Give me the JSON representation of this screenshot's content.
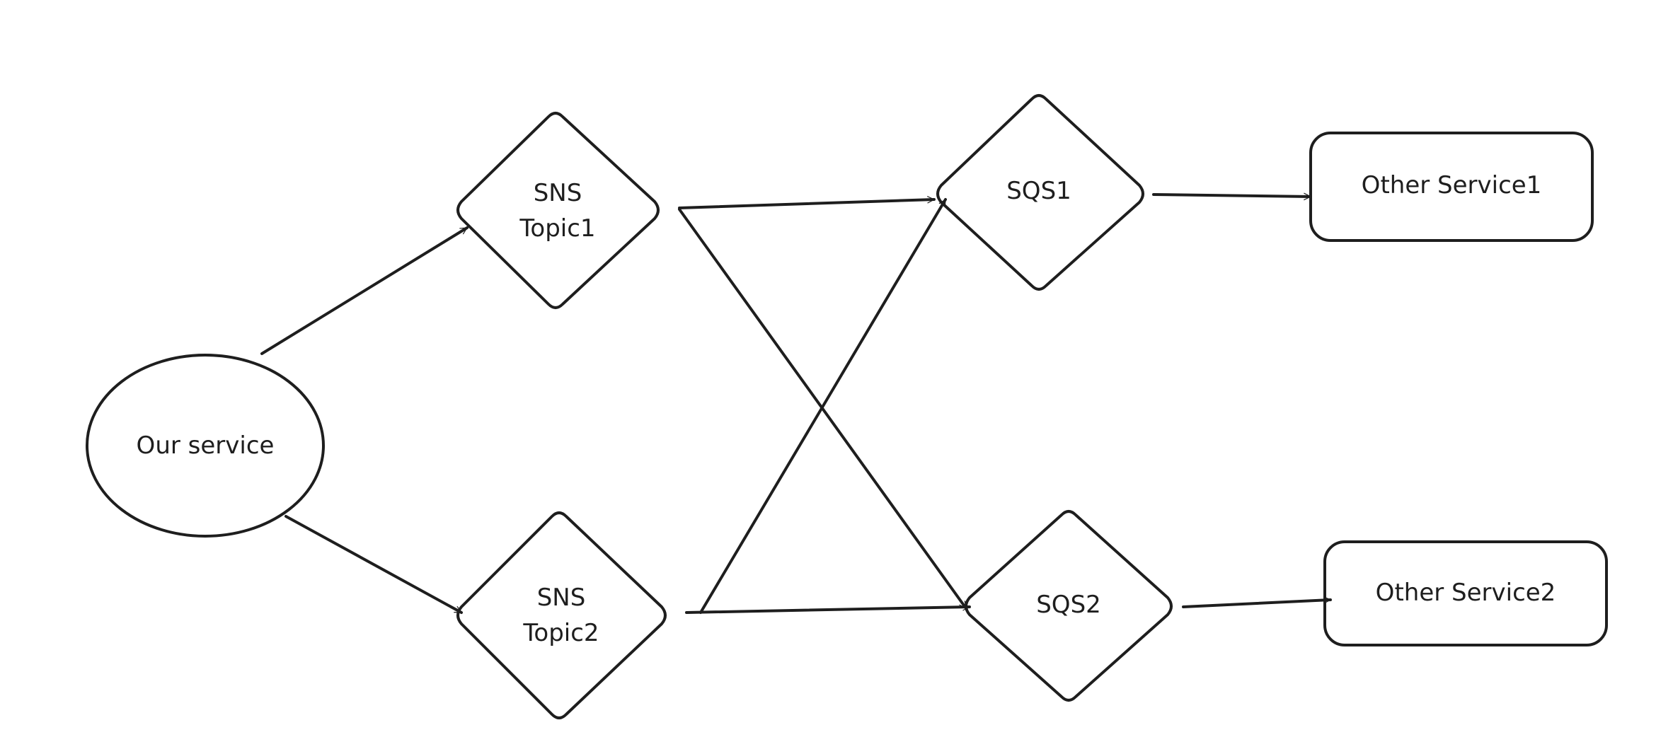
{
  "nodes": {
    "our_service": {
      "label": "Our service"
    },
    "sns_topic1": {
      "label_lines": [
        "SNS",
        "Topic1"
      ]
    },
    "sns_topic2": {
      "label_lines": [
        "SNS",
        "Topic2"
      ]
    },
    "sqs1": {
      "label": "SQS1"
    },
    "sqs2": {
      "label": "SQS2"
    },
    "other_service1": {
      "label": "Other Service1"
    },
    "other_service2": {
      "label": "Other Service2"
    }
  },
  "edges": [
    {
      "from": "Our service",
      "to": "SNS Topic1"
    },
    {
      "from": "Our service",
      "to": "SNS Topic2"
    },
    {
      "from": "SNS Topic1",
      "to": "SQS1"
    },
    {
      "from": "SNS Topic1",
      "to": "SQS2"
    },
    {
      "from": "SNS Topic2",
      "to": "SQS1"
    },
    {
      "from": "SNS Topic2",
      "to": "SQS2"
    },
    {
      "from": "SQS1",
      "to": "Other Service1"
    },
    {
      "from": "SQS2",
      "to": "Other Service2"
    }
  ],
  "colors": {
    "stroke": "#1e1e1e",
    "background": "#ffffff"
  }
}
